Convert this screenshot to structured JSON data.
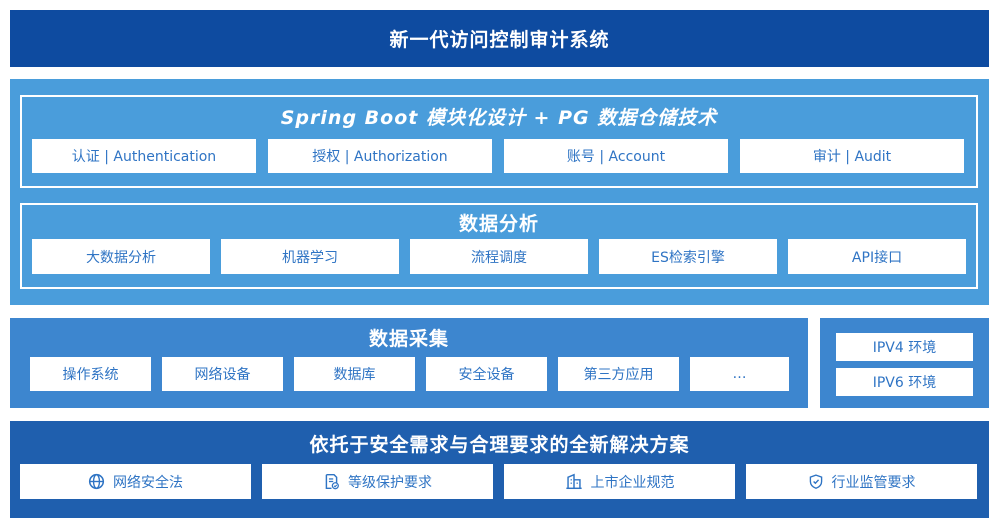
{
  "title": "新一代访问控制审计系统",
  "core": {
    "title": "Spring Boot 模块化设计 + PG 数据仓储技术",
    "modules": [
      "认证 | Authentication",
      "授权 | Authorization",
      "账号 | Account",
      "审计 | Audit"
    ]
  },
  "analysis": {
    "title": "数据分析",
    "items": [
      "大数据分析",
      "机器学习",
      "流程调度",
      "ES检索引擎",
      "API接口"
    ]
  },
  "collection": {
    "title": "数据采集",
    "items": [
      "操作系统",
      "网络设备",
      "数据库",
      "安全设备",
      "第三方应用",
      "…"
    ]
  },
  "env": {
    "items": [
      "IPV4 环境",
      "IPV6 环境"
    ]
  },
  "basis": {
    "title": "依托于安全需求与合理要求的全新解决方案",
    "items": [
      {
        "label": "网络安全法",
        "icon": "globe-icon"
      },
      {
        "label": "等级保护要求",
        "icon": "document-check-icon"
      },
      {
        "label": "上市企业规范",
        "icon": "building-icon"
      },
      {
        "label": "行业监管要求",
        "icon": "shield-check-icon"
      }
    ]
  },
  "colors": {
    "title_bar": "#0e4ba0",
    "panel_light": "#4a9ddb",
    "panel_mid": "#3d86cf",
    "panel_dark": "#1f5fae",
    "box_text": "#2f74c4"
  }
}
